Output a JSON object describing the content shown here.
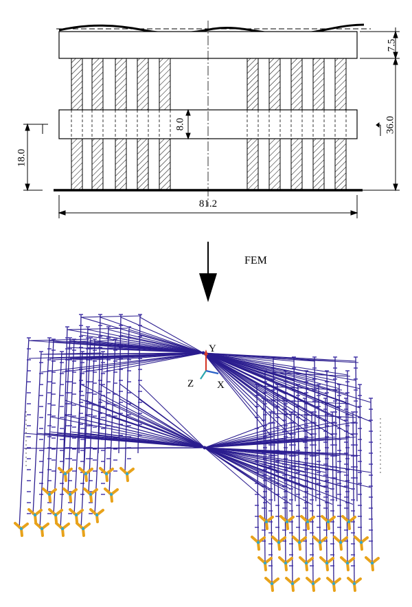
{
  "drawing": {
    "dim_top_height": "7.5",
    "dim_total_height": "36.0",
    "dim_middle_gap": "8.0",
    "dim_left_height": "18.0",
    "dim_width": "81.2"
  },
  "arrow": {
    "label": "FEM"
  },
  "axes": {
    "y_label": "Y",
    "z_label": "Z",
    "x_label": "X"
  },
  "colors": {
    "line": "#000000",
    "mesh": "#2b1d8f",
    "node": "#3a2aa6",
    "spring": "#e8a21a",
    "spring_center": "#34a7c9",
    "axis_y": "#d63a2a",
    "axis_x": "#2a62c8",
    "axis_z": "#2aa6b0"
  }
}
